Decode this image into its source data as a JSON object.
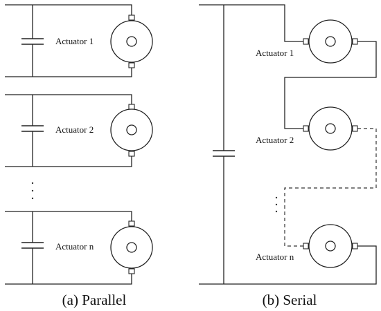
{
  "parallel": {
    "caption": "(a) Parallel",
    "actuators": [
      {
        "label": "Actuator 1"
      },
      {
        "label": "Actuator 2"
      },
      {
        "label": "Actuator n"
      }
    ]
  },
  "serial": {
    "caption": "(b) Serial",
    "actuators": [
      {
        "label": "Actuator 1"
      },
      {
        "label": "Actuator 2"
      },
      {
        "label": "Actuator n"
      }
    ]
  }
}
